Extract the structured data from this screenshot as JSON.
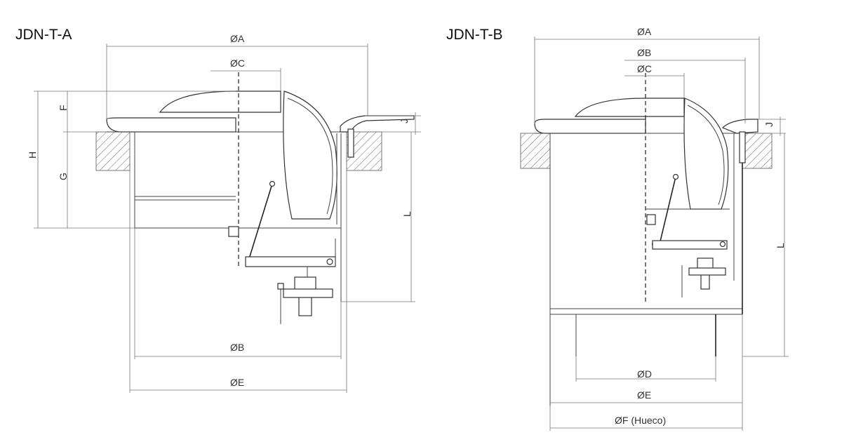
{
  "left": {
    "title": "JDN-T-A",
    "labels": {
      "A": "ØA",
      "C": "ØC",
      "B": "ØB",
      "E": "ØE",
      "F": "F",
      "G": "G",
      "H": "H",
      "J": "J",
      "L": "L"
    }
  },
  "right": {
    "title": "JDN-T-B",
    "labels": {
      "A": "ØA",
      "B": "ØB",
      "C": "ØC",
      "D": "ØD",
      "E": "ØE",
      "F": "ØF (Hueco)",
      "J": "J",
      "L": "L"
    }
  }
}
